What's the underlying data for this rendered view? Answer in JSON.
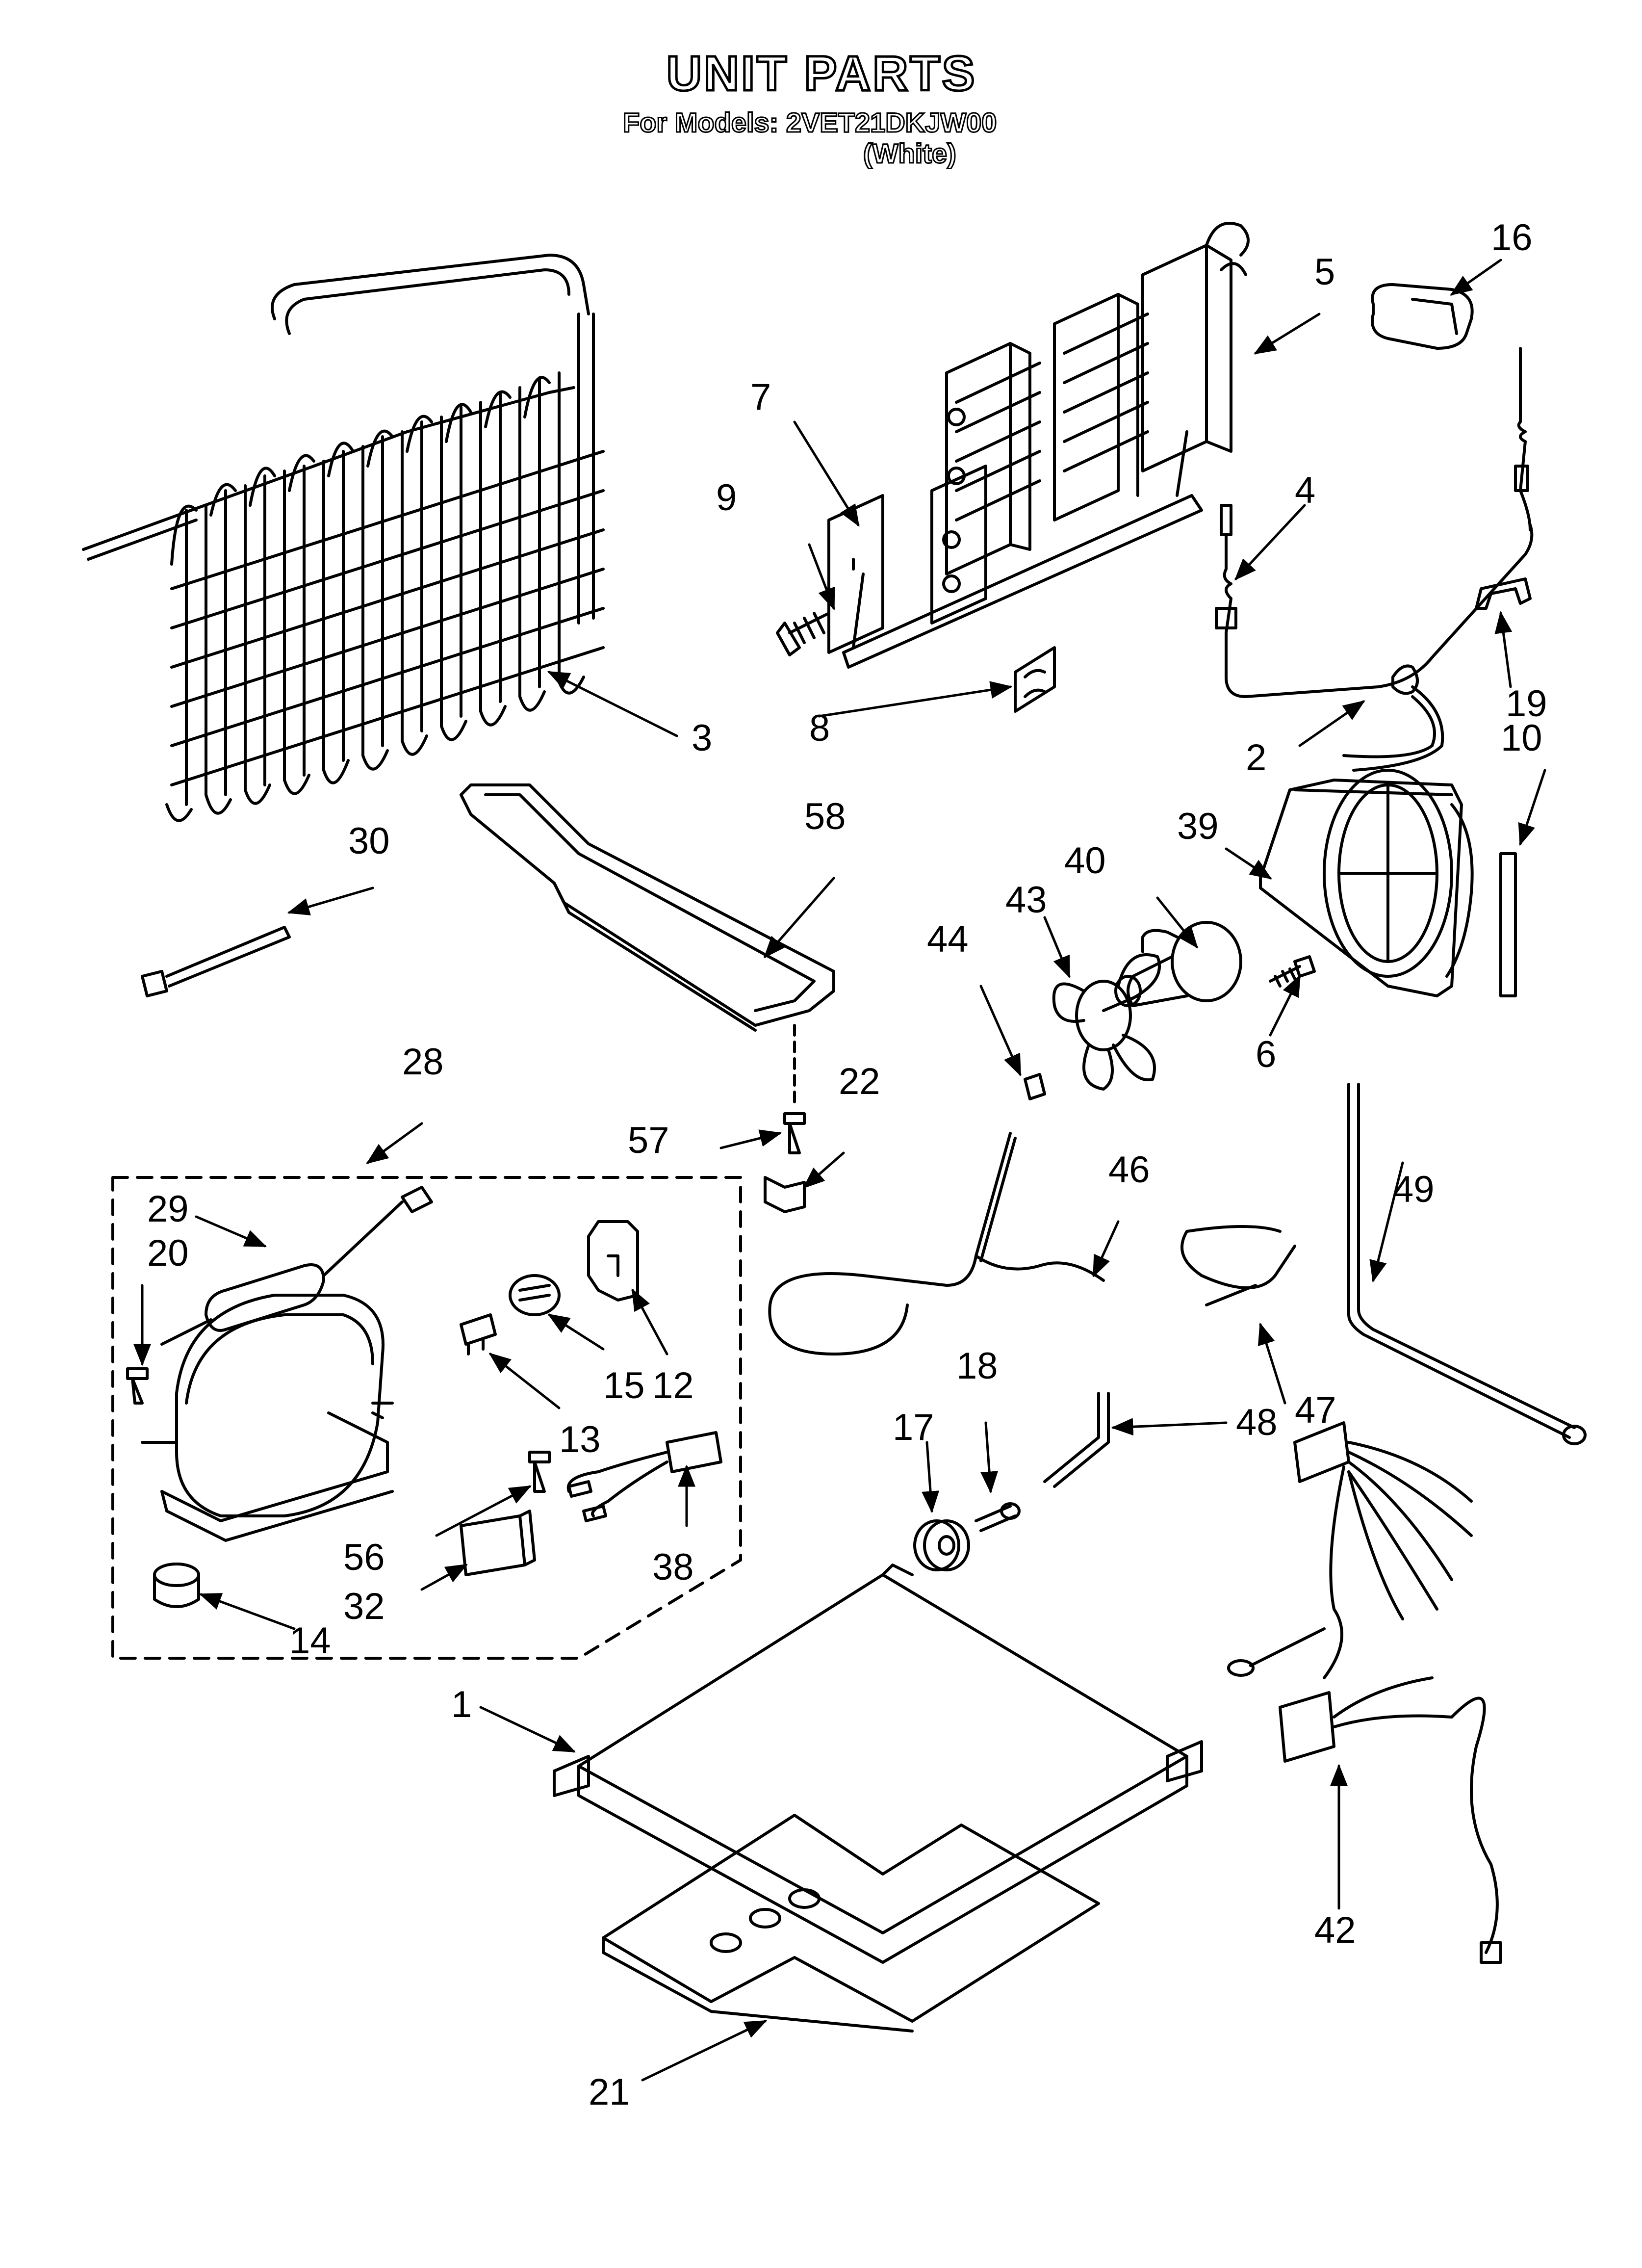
{
  "title": "UNIT PARTS",
  "models_label": "For Models: 2VET21DKJW00",
  "color_label": "(White)",
  "callouts": [
    "1",
    "2",
    "3",
    "4",
    "5",
    "6",
    "7",
    "8",
    "9",
    "10",
    "12",
    "13",
    "14",
    "15",
    "16",
    "17",
    "18",
    "19",
    "20",
    "21",
    "22",
    "28",
    "29",
    "30",
    "32",
    "38",
    "39",
    "40",
    "42",
    "43",
    "44",
    "46",
    "47",
    "48",
    "49",
    "56",
    "57",
    "58"
  ],
  "parts": {
    "p1": "1",
    "p2": "2",
    "p3": "3",
    "p4": "4",
    "p5": "5",
    "p6": "6",
    "p7": "7",
    "p8": "8",
    "p9": "9",
    "p10": "10",
    "p12": "12",
    "p13": "13",
    "p14": "14",
    "p15": "15",
    "p16": "16",
    "p17": "17",
    "p18": "18",
    "p19": "19",
    "p20": "20",
    "p21": "21",
    "p22": "22",
    "p28": "28",
    "p29": "29",
    "p30": "30",
    "p32": "32",
    "p38": "38",
    "p39": "39",
    "p40": "40",
    "p42": "42",
    "p43": "43",
    "p44": "44",
    "p46": "46",
    "p47": "47",
    "p48": "48",
    "p49": "49",
    "p56": "56",
    "p57": "57",
    "p58": "58"
  }
}
